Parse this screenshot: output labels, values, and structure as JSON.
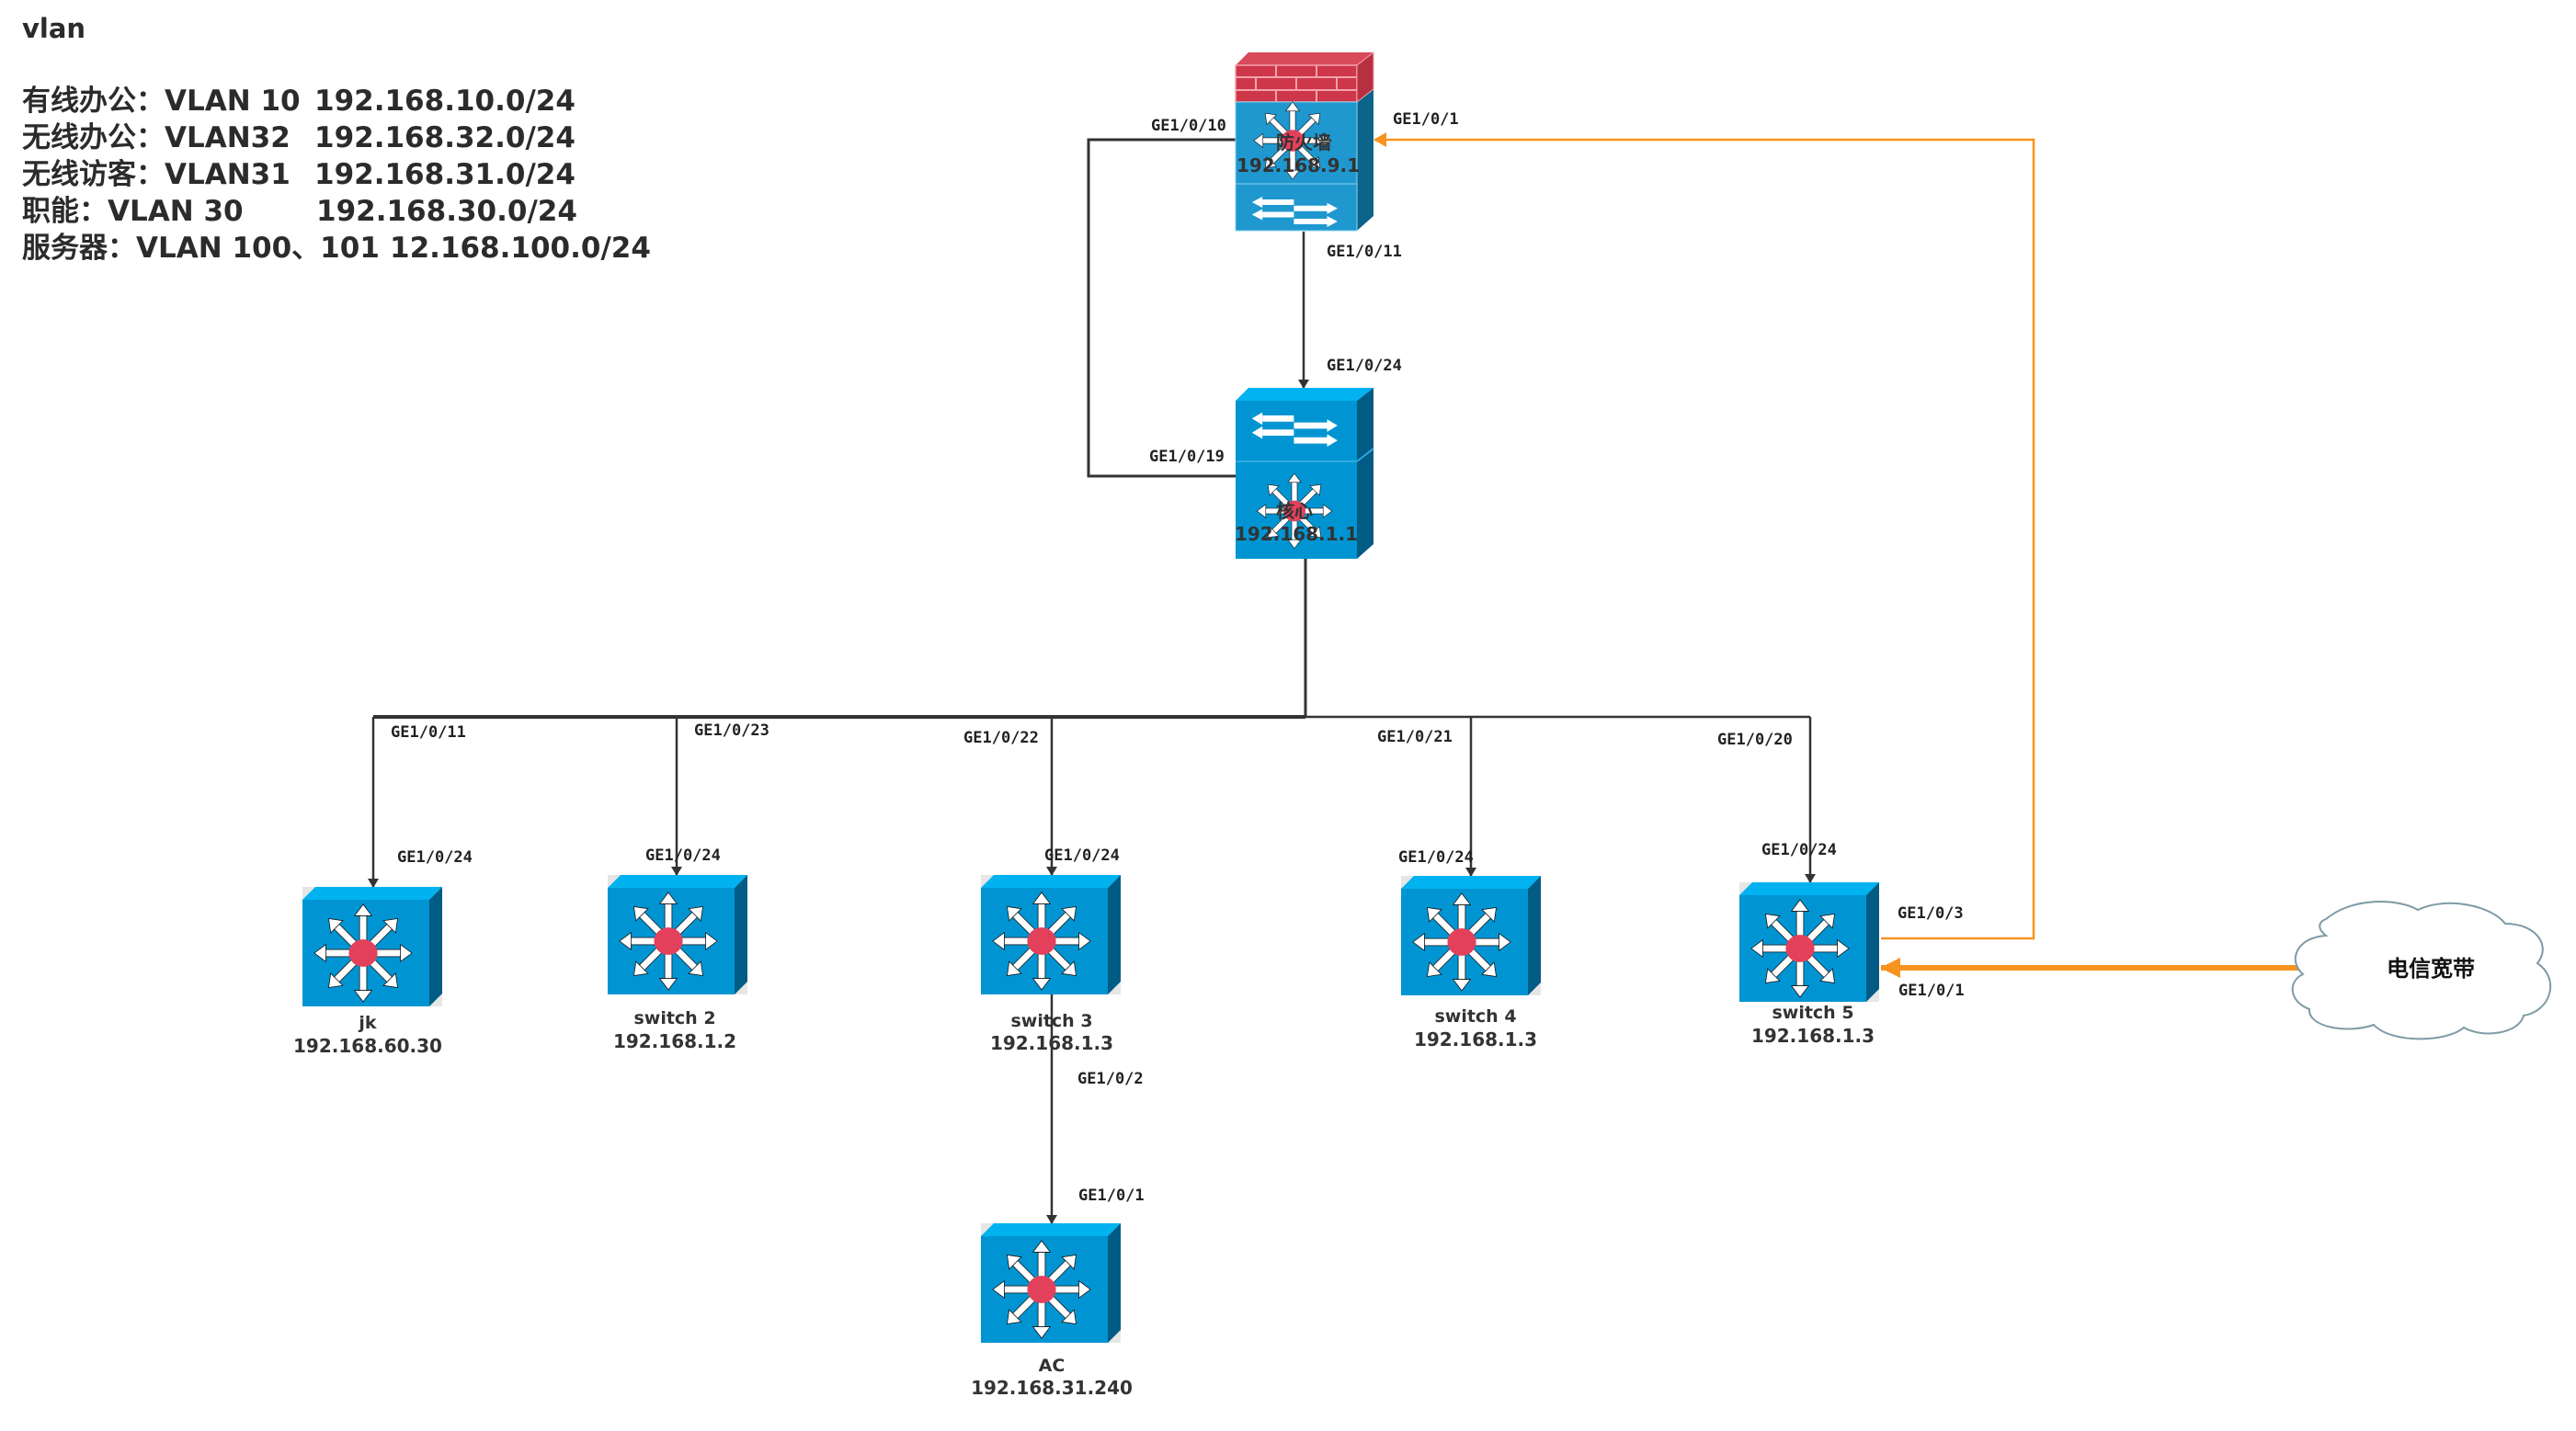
{
  "legend": {
    "title": "vlan",
    "rows": [
      {
        "name": "有线办公：VLAN 10",
        "subnet": "192.168.10.0/24"
      },
      {
        "name": "无线办公：VLAN32",
        "subnet": "192.168.32.0/24"
      },
      {
        "name": "无线访客：VLAN31",
        "subnet": "192.168.31.0/24"
      },
      {
        "name": "职能：VLAN 30",
        "subnet": "192.168.30.0/24"
      },
      {
        "name": "服务器：VLAN 100、101",
        "subnet": "12.168.100.0/24"
      }
    ]
  },
  "colors": {
    "switch_front": "#0095D2",
    "switch_top": "#00B2F0",
    "switch_side": "#005B85",
    "router_dot": "#E2405B",
    "brick": "#CE3649",
    "mortar": "#F2A3AC",
    "link": "#333333",
    "wan_link": "#F7931E"
  },
  "devices": {
    "firewall": {
      "name": "防火墙",
      "ip": "192.168.9.1"
    },
    "core": {
      "name": "核心",
      "ip": "192.168.1.1"
    },
    "jk": {
      "name": "jk",
      "ip": "192.168.60.30"
    },
    "switch2": {
      "name": "switch 2",
      "ip": "192.168.1.2"
    },
    "switch3": {
      "name": "switch 3",
      "ip": "192.168.1.3"
    },
    "switch4": {
      "name": "switch 4",
      "ip": "192.168.1.3"
    },
    "switch5": {
      "name": "switch 5",
      "ip": "192.168.1.3"
    },
    "ac": {
      "name": "AC",
      "ip": "192.168.31.240"
    },
    "isp_cloud": {
      "name": "电信宽带"
    }
  },
  "ports": {
    "fw_ge10": "GE1/0/10",
    "fw_ge1": "GE1/0/1",
    "fw_ge11": "GE1/0/11",
    "core_ge24": "GE1/0/24",
    "core_ge19": "GE1/0/19",
    "core_ge11": "GE1/0/11",
    "core_ge23": "GE1/0/23",
    "core_ge22": "GE1/0/22",
    "core_ge21": "GE1/0/21",
    "core_ge20": "GE1/0/20",
    "jk_ge24": "GE1/0/24",
    "sw2_ge24": "GE1/0/24",
    "sw3_ge24": "GE1/0/24",
    "sw4_ge24": "GE1/0/24",
    "sw5_ge24": "GE1/0/24",
    "sw3_ge2": "GE1/0/2",
    "ac_ge1": "GE1/0/1",
    "sw5_ge3": "GE1/0/3",
    "sw5_ge1": "GE1/0/1"
  }
}
